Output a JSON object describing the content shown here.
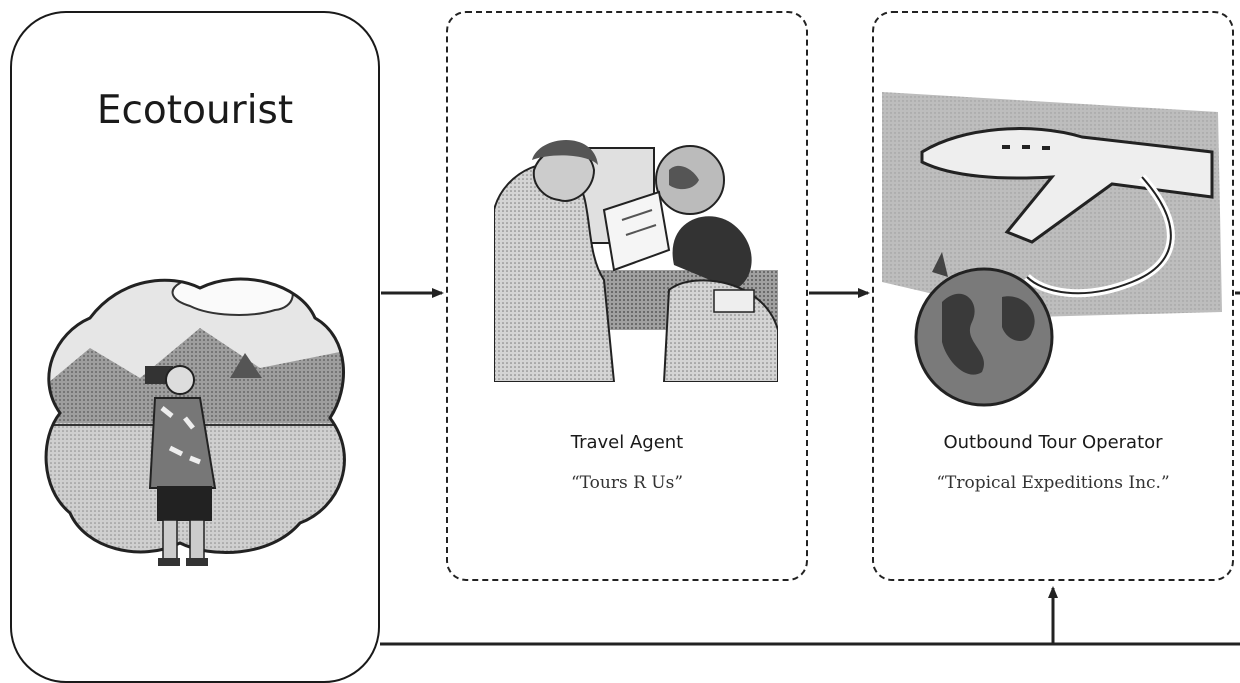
{
  "diagram": {
    "ecotourist": {
      "title": "Ecotourist"
    },
    "travel_agent": {
      "label": "Travel Agent",
      "quote": "“Tours R Us”"
    },
    "tour_operator": {
      "label": "Outbound Tour Operator",
      "quote": "“Tropical Expeditions Inc.”"
    }
  },
  "illustrations": {
    "tourist": "tourist-with-camera-volcano-icon",
    "agent": "travel-agent-meeting-icon",
    "operator": "airplane-over-globe-icon"
  },
  "colors": {
    "line": "#222222",
    "background": "#ffffff"
  }
}
